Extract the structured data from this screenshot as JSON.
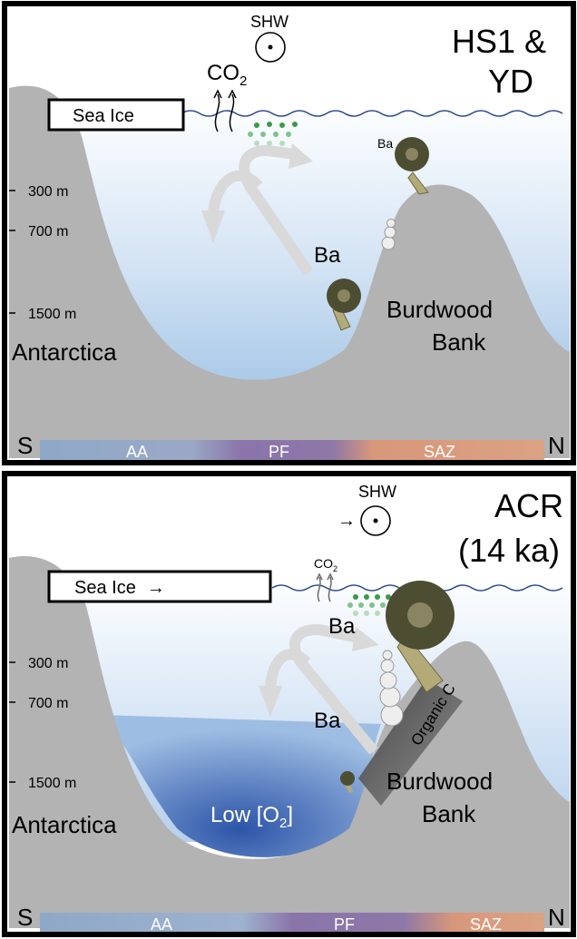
{
  "panels": [
    {
      "title_line1": "HS1 &",
      "title_line2": "YD",
      "shw_label": "SHW",
      "co2_label": "CO",
      "co2_sub": "2",
      "sea_ice_label": "Sea Ice",
      "depths": [
        "300 m",
        "700 m",
        "1500 m"
      ],
      "ba_small": "Ba",
      "ba_label": "Ba",
      "continent_label": "Antarctica",
      "bank_line1": "Burdwood",
      "bank_line2": "Bank",
      "south_label": "S",
      "north_label": "N",
      "zones": [
        "AA",
        "PF",
        "SAZ"
      ]
    },
    {
      "title_line1": "ACR",
      "title_line2": "(14 ka)",
      "shw_label": "SHW",
      "co2_label": "CO",
      "co2_sub": "2",
      "sea_ice_label": "Sea Ice",
      "sea_ice_arrow": "→",
      "depths": [
        "300 m",
        "700 m",
        "1500 m"
      ],
      "ba_upper": "Ba",
      "ba_lower": "Ba",
      "organic_label": "Organic C",
      "low_o2_prefix": "Low [O",
      "low_o2_sub": "2",
      "low_o2_suffix": "]",
      "continent_label": "Antarctica",
      "bank_line1": "Burdwood",
      "bank_line2": "Bank",
      "south_label": "S",
      "north_label": "N",
      "zones": [
        "AA",
        "PF",
        "SAZ"
      ]
    }
  ],
  "colors": {
    "frame": "#000000",
    "rock": "#b3b3b3",
    "water_top": "#f4f8fc",
    "water_bottom": "#a9c9e8",
    "low_o2_water": "#3a62b0",
    "wave": "#2f4a8a",
    "zone_aa": "#8fa8c8",
    "zone_pf": "#8c78aa",
    "zone_saz": "#d99a78",
    "arrow": "#d9d9d9",
    "algae": "#3c9a45",
    "coral_tentacle": "#5a5a3a",
    "coral_stalk": "#b3aa78"
  }
}
